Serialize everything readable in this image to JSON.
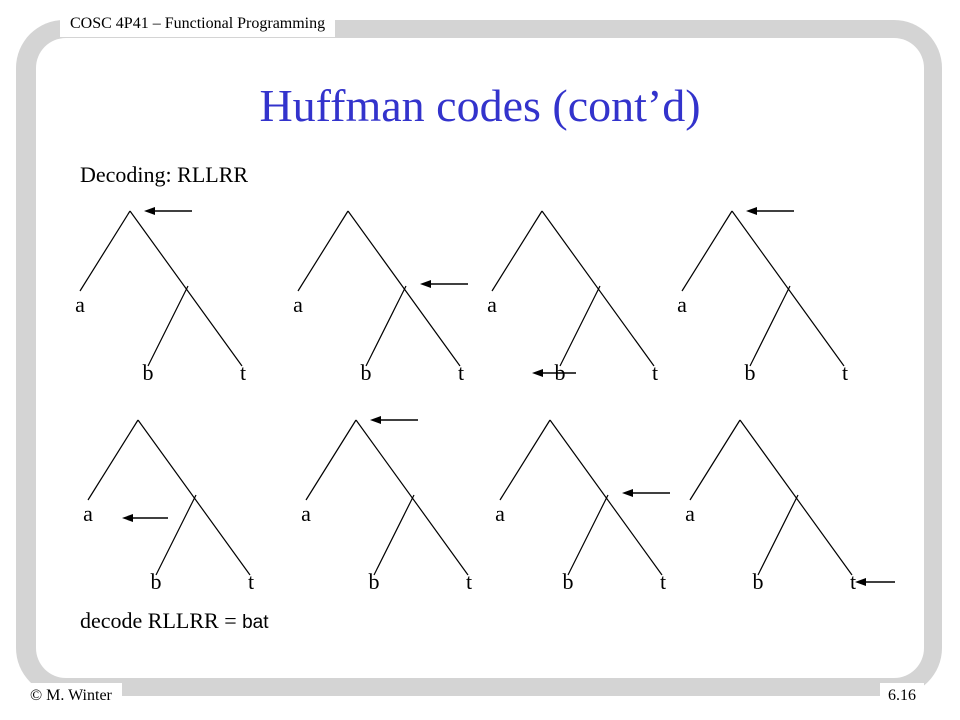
{
  "header": {
    "course": "COSC 4P41 – Functional Programming"
  },
  "title": "Huffman codes (cont’d)",
  "subtitle": "Decoding: RLLRR",
  "tree": {
    "leaves": [
      "a",
      "b",
      "t"
    ]
  },
  "steps": [
    {
      "pointer": "root"
    },
    {
      "pointer": "inner"
    },
    {
      "pointer": "b"
    },
    {
      "pointer": "root"
    },
    {
      "pointer": "a"
    },
    {
      "pointer": "root"
    },
    {
      "pointer": "inner"
    },
    {
      "pointer": "t"
    }
  ],
  "result": {
    "label": "decode RLLRR =",
    "value": "bat"
  },
  "footer": {
    "author": "© M. Winter",
    "slide_number": "6.16"
  },
  "colors": {
    "title": "#3333cc",
    "frame": "#d4d4d4"
  }
}
